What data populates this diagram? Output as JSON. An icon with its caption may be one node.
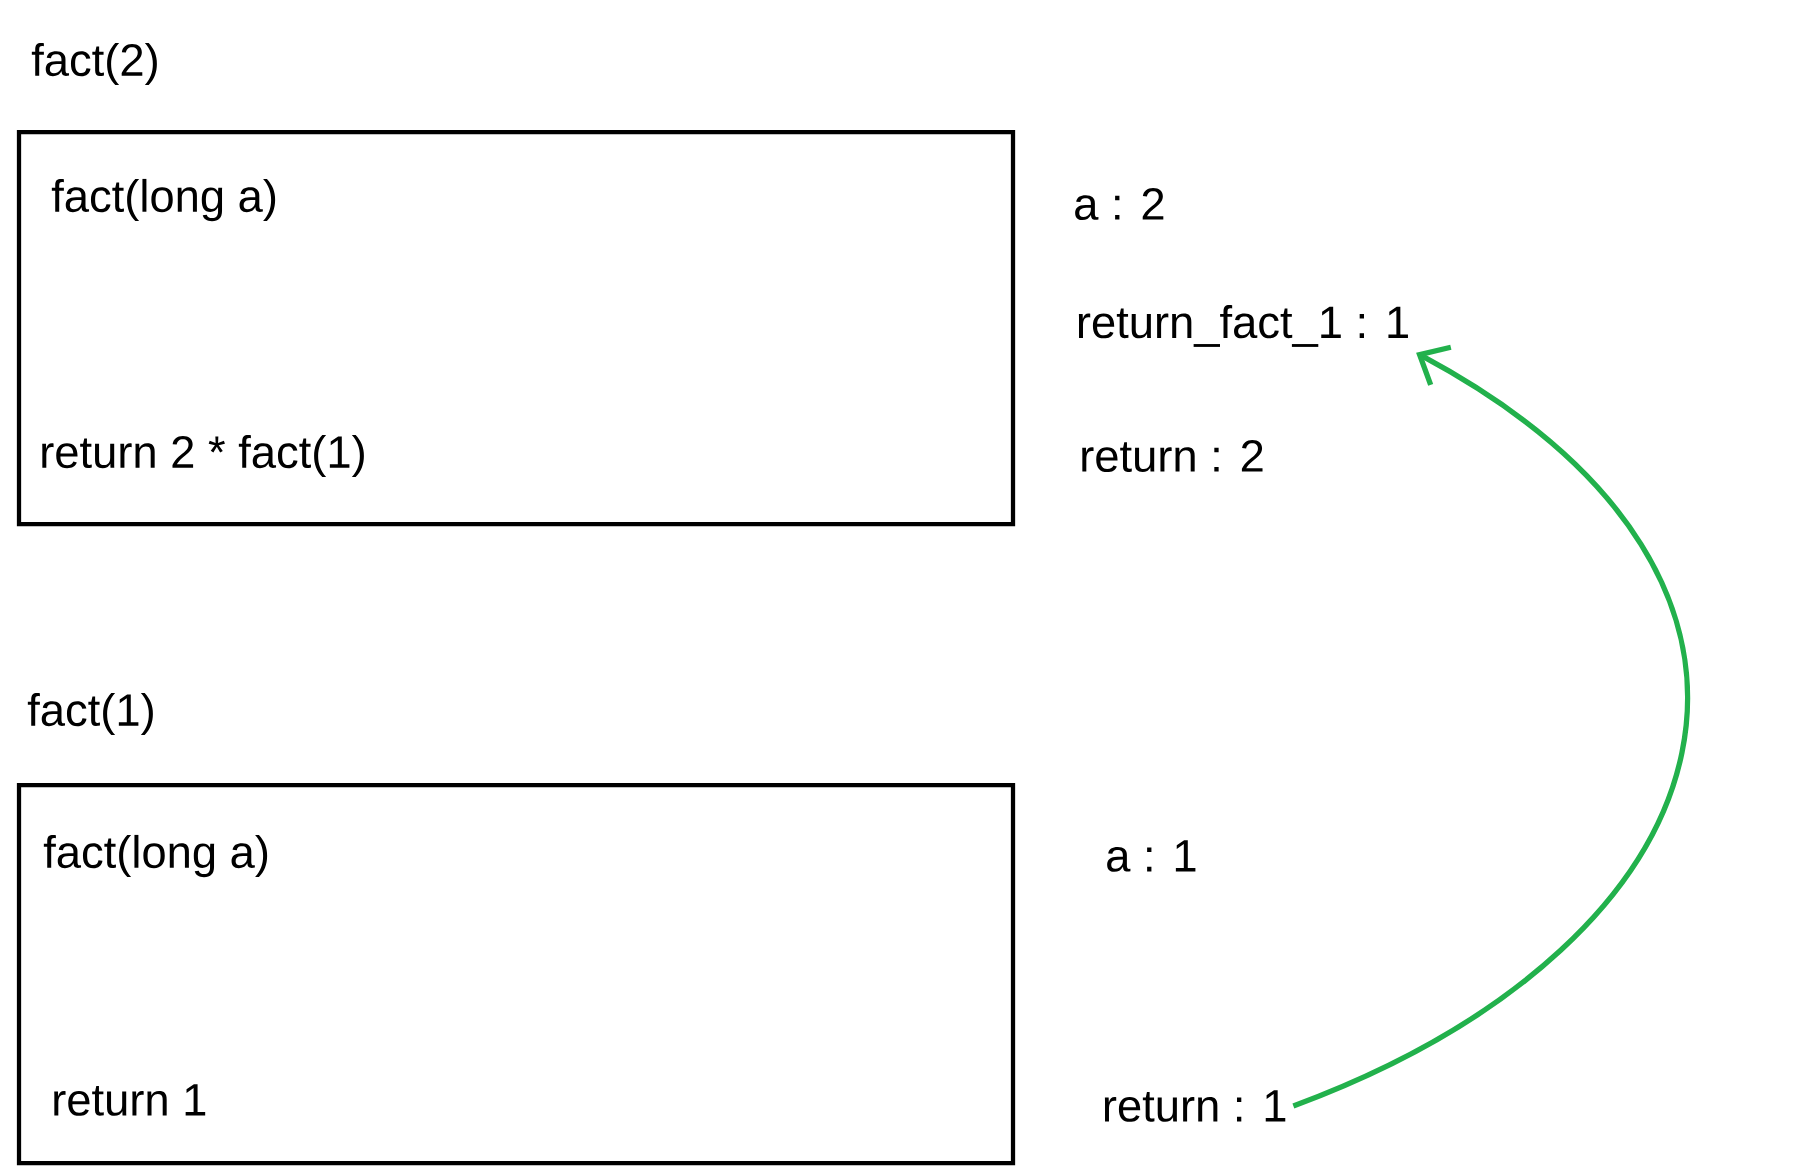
{
  "diagram": {
    "nodes": [
      {
        "text": [
          "fact(2)",
          "fact(long a)",
          "return 2 * fact(1)"
        ]
      },
      {
        "text": [
          "return_fact_1 : 1"
        ]
      },
      {
        "text": [
          "fact(1)",
          "fact(long a)",
          "return 1"
        ]
      },
      {
        "text": [
          "return : 1"
        ]
      }
    ],
    "edges": [
      {
        "from": 3,
        "to": 1,
        "arrow": "to",
        "color": "#22b14c"
      }
    ],
    "labels": [
      "a : 2",
      "return : 2",
      "a : 1"
    ]
  }
}
